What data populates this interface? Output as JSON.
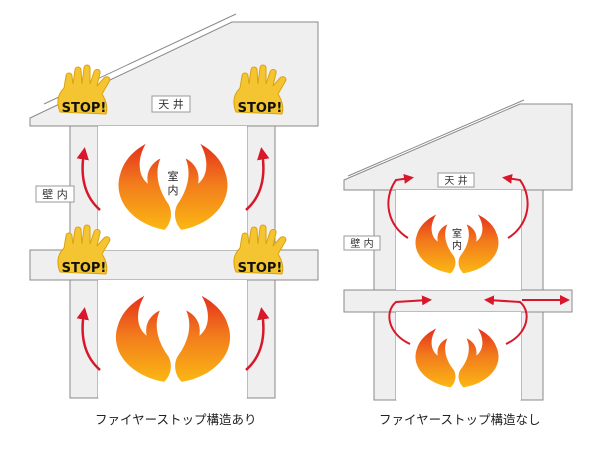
{
  "left_figure": {
    "caption": "ファイヤーストップ構造あり",
    "ceiling_label": "天 井",
    "wall_label": "壁 内",
    "room_label": "室\n内",
    "stop_signs": [
      "STOP!",
      "STOP!",
      "STOP!",
      "STOP!"
    ]
  },
  "right_figure": {
    "caption": "ファイヤーストップ構造なし",
    "ceiling_label": "天 井",
    "wall_label": "壁 内",
    "room_label": "室\n内"
  },
  "colors": {
    "structure_fill": "#efefef",
    "structure_stroke": "#8a8a8a",
    "arrow": "#d8182a",
    "flame_outer": "#e83f1a",
    "flame_inner": "#fbb714",
    "stop_glove": "#f4c431",
    "stop_text": "#111111"
  }
}
